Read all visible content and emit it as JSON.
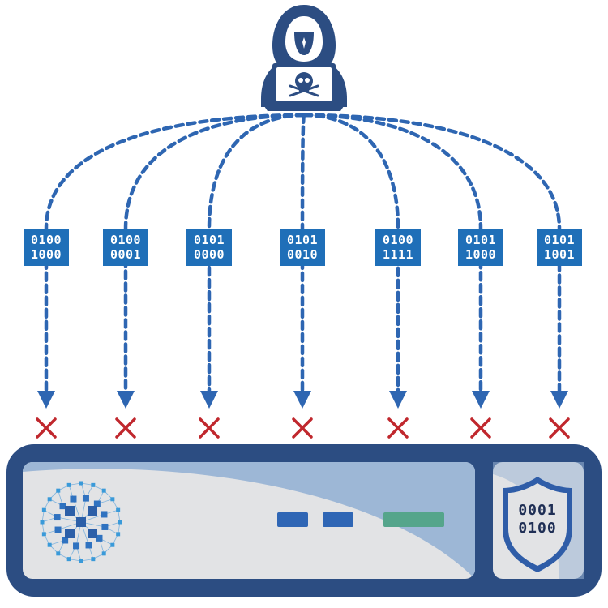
{
  "colors": {
    "arrow": "#2e66b2",
    "packet_bg": "#1f6fb8",
    "blocked": "#c0272d",
    "appliance_frame": "#2c4d82",
    "appliance_panel": "#e2e3e5",
    "appliance_sweep": "#9db7d6",
    "hacker_body": "#2c4d82"
  },
  "icons": {
    "attacker": "hacker-icon",
    "laptop_symbol": "skull-icon",
    "blocked_marker": "x-mark-icon",
    "appliance_logo": "network-mesh-icon",
    "security": "shield-icon"
  },
  "packets": [
    {
      "line1": "0100",
      "line2": "1000"
    },
    {
      "line1": "0100",
      "line2": "0001"
    },
    {
      "line1": "0101",
      "line2": "0000"
    },
    {
      "line1": "0101",
      "line2": "0010"
    },
    {
      "line1": "0100",
      "line2": "1111"
    },
    {
      "line1": "0101",
      "line2": "1000"
    },
    {
      "line1": "0101",
      "line2": "1001"
    }
  ],
  "shield": {
    "line1": "0001",
    "line2": "0100"
  },
  "status": {
    "packets_blocked": 7,
    "indicator_lights": [
      "blue",
      "blue",
      "green"
    ]
  }
}
